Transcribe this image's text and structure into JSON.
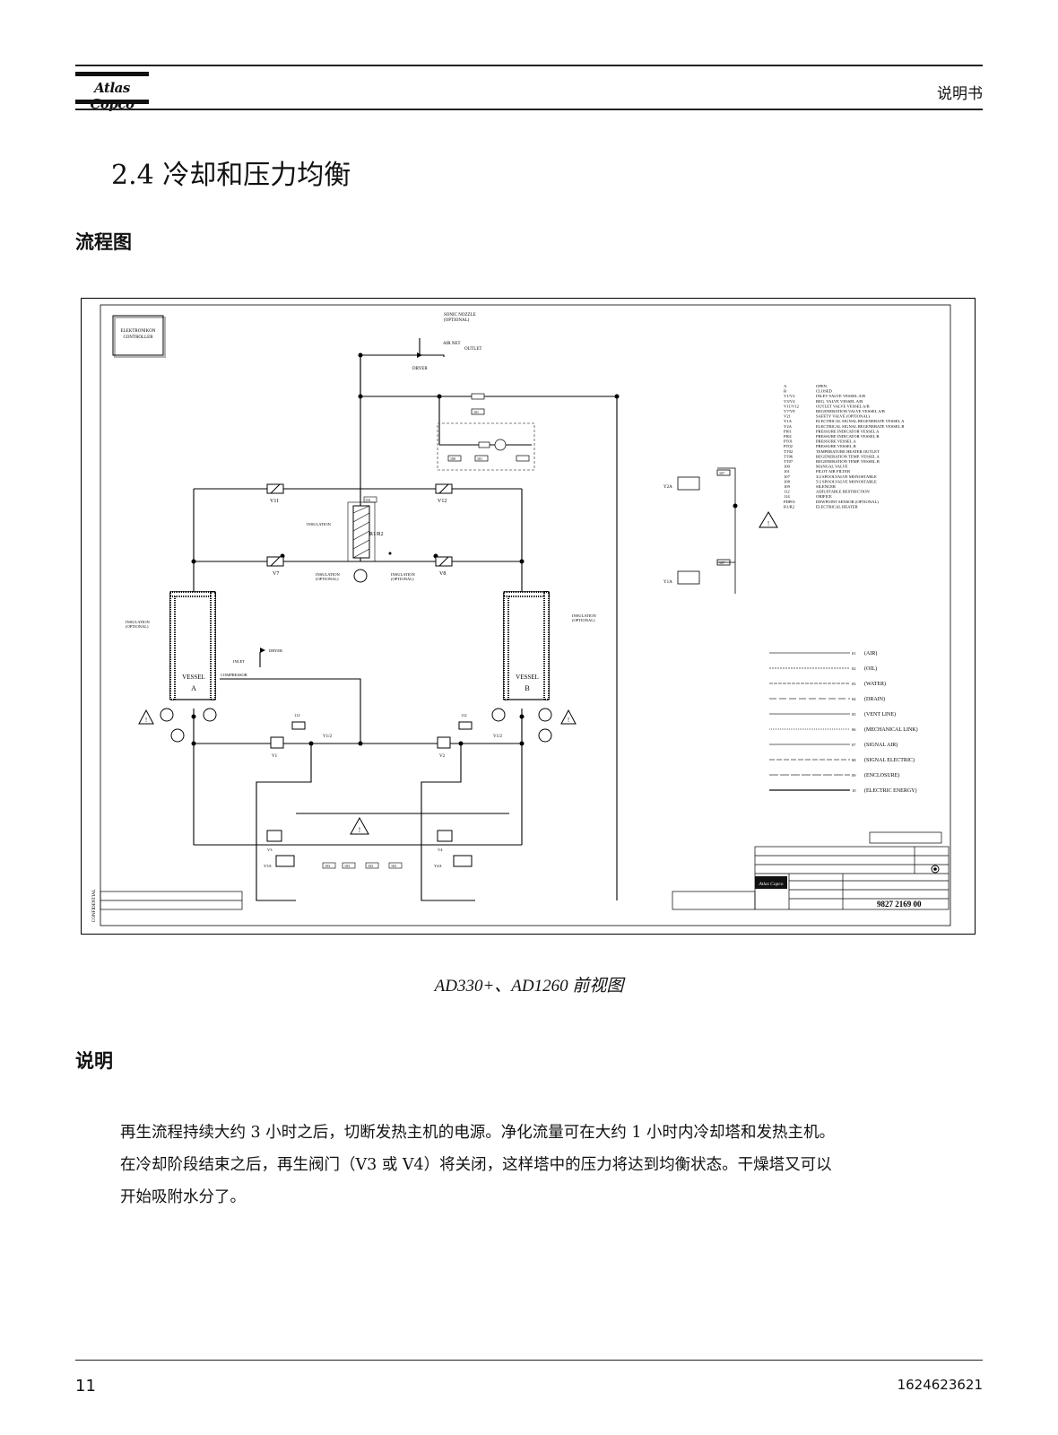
{
  "header": {
    "logo_text": "Atlas Copco",
    "right_label": "说明书"
  },
  "section": {
    "title": "2.4 冷却和压力均衡"
  },
  "flow_heading": "流程图",
  "diagram": {
    "controller": [
      "ELEKTRONIKON",
      "CONTROLLER"
    ],
    "sonic_nozzle": [
      "SONIC NOZZLE",
      "(OPTIONAL)"
    ],
    "air_net": "AIR NET",
    "outlet": "OUTLET",
    "dryer_top": "DRYER",
    "dryer_mid": "DRYER",
    "inlet": "INLET",
    "compressor": "COMPRESSOR",
    "r1r2": "R1/R2",
    "insulation": "INSULATION",
    "insulation_opt": [
      "INSULATION",
      "(OPTIONAL)"
    ],
    "vessel_a": [
      "VESSEL",
      "A"
    ],
    "vessel_b": [
      "VESSEL",
      "B"
    ],
    "v11": "V11",
    "v12": "V12",
    "v7": "V7",
    "v8": "V8",
    "v1": "V1",
    "v2": "V2",
    "v3": "V3",
    "v4": "V4",
    "v12b": "V1/2",
    "y3a": "Y3A",
    "y4a": "Y4A",
    "y2a_side": "Y2A",
    "y1a_side": "Y1A",
    "tag_116": "116",
    "tag_101": "101",
    "tag_100": "100",
    "tag_112": "112",
    "tag_107": "107",
    "tag_103": "103",
    "warning": "!",
    "legend": [
      [
        "A",
        "OPEN"
      ],
      [
        "B",
        "CLOSED"
      ],
      [
        "V1/V2",
        "INLET VALVE VESSEL A/B"
      ],
      [
        "V3/V4",
        "REG. VALVE VESSEL A/B"
      ],
      [
        "V11/V12",
        "OUTLET VALVE VESSEL A/B"
      ],
      [
        "V7/V8",
        "REGENERATION VALVE VESSEL A/B"
      ],
      [
        "V21",
        "SAFETY VALVE (OPTIONAL)"
      ],
      [
        "Y1A",
        "ELECTRICAL SIGNAL REGENERATE VESSEL A"
      ],
      [
        "Y2A",
        "ELECTRICAL SIGNAL REGENERATE VESSEL B"
      ],
      [
        "PI01",
        "PRESSURE INDICATOR VESSEL A"
      ],
      [
        "PI02",
        "PRESSURE INDICATOR VESSEL B"
      ],
      [
        "PT01",
        "PRESSURE VESSEL A"
      ],
      [
        "PT02",
        "PRESSURE VESSEL B"
      ],
      [
        "TT02",
        "TEMPERATURE HEATER OUTLET"
      ],
      [
        "TT06",
        "REGENERATION TEMP. VESSEL A"
      ],
      [
        "TT07",
        "REGENERATION TEMP. VESSEL B"
      ],
      [
        "100",
        "MANUAL VALVE"
      ],
      [
        "101",
        "PILOT AIR FILTER"
      ],
      [
        "107",
        "3/2 SPOOLVALVE MONOSTABLE"
      ],
      [
        "108",
        "5/2 SPOOLVALVE MONOSTABLE"
      ],
      [
        "109",
        "SILENCER"
      ],
      [
        "112",
        "ADJUSTABLE RESTRICTION"
      ],
      [
        "114",
        "ORIFICE"
      ],
      [
        "PDP01",
        "DEWPOINT SENSOR (OPTIONAL)"
      ],
      [
        "R1/R2",
        "ELECTRICAL HEATER"
      ]
    ],
    "lines": [
      [
        "01",
        "(AIR)"
      ],
      [
        "02",
        "(OIL)"
      ],
      [
        "03",
        "(WATER)"
      ],
      [
        "04",
        "(DRAIN)"
      ],
      [
        "05",
        "(VENT LINE)"
      ],
      [
        "06",
        "(MECHANICAL LINK)"
      ],
      [
        "07",
        "(SIGNAL AIR)"
      ],
      [
        "08",
        "(SIGNAL ELECTRIC)"
      ],
      [
        "09",
        "(ENCLOSURE)"
      ],
      [
        "10",
        "(ELECTRIC ENERGY)"
      ]
    ],
    "title_block_logo": "Atlas Copco",
    "drawing_number": "9827 2169 00",
    "confidential": "CONFIDENTIAL"
  },
  "caption": "AD330+、AD1260 前视图",
  "desc_heading": "说明",
  "description": [
    "再生流程持续大约 3 小时之后，切断发热主机的电源。净化流量可在大约 1 小时内冷却塔和发热主机。",
    "在冷却阶段结束之后，再生阀门（V3 或 V4）将关闭，这样塔中的压力将达到均衡状态。干燥塔又可以",
    "开始吸附水分了。"
  ],
  "footer": {
    "page_number": "11",
    "doc_number": "1624623621"
  }
}
